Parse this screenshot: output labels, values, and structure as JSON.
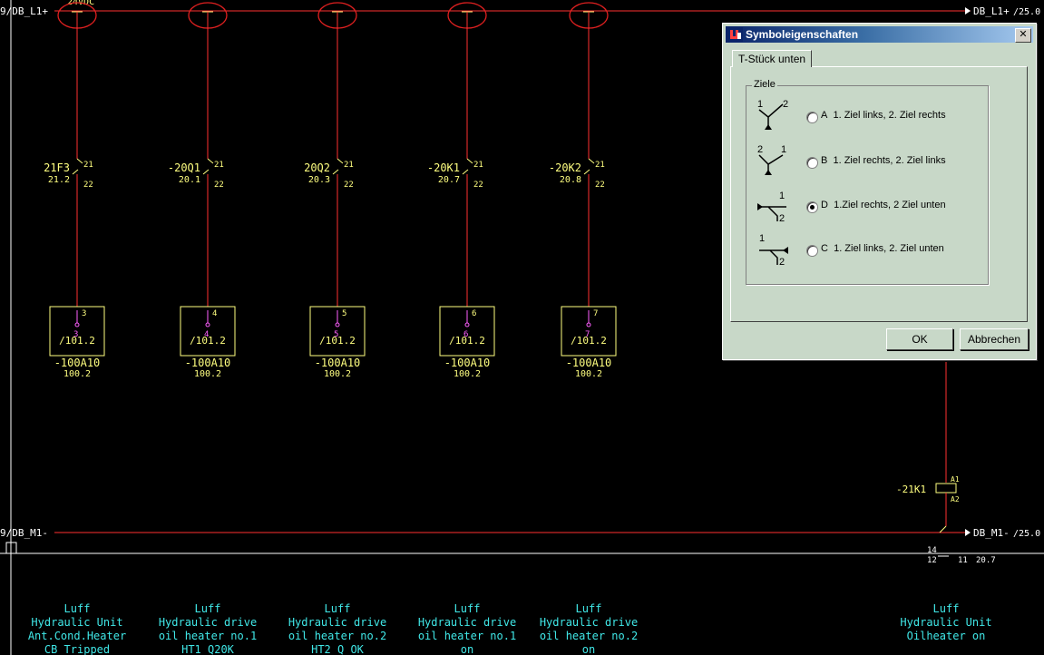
{
  "schematic": {
    "top_bus": {
      "left_label": "9/DB_L1+",
      "right_label": "DB_L1+",
      "right_ref": "/25.0",
      "supply": "24VDC"
    },
    "bottom_bus": {
      "left_label": "9/DB_M1-",
      "right_label": "DB_M1-",
      "right_ref": "/25.0"
    },
    "columns": [
      {
        "contact": "21F3",
        "ref": "21.2",
        "t_top": "21",
        "t_bot": "22",
        "term": "3",
        "term2": "3",
        "page_ref": "/101.2",
        "device": "-100A10",
        "dev_ref": "100.2",
        "desc": [
          "Luff",
          "Hydraulic Unit",
          "Ant.Cond.Heater",
          "CB Tripped"
        ]
      },
      {
        "contact": "-20Q1",
        "ref": "20.1",
        "t_top": "21",
        "t_bot": "22",
        "term": "4",
        "term2": "4",
        "page_ref": "/101.2",
        "device": "-100A10",
        "dev_ref": "100.2",
        "desc": [
          "Luff",
          "Hydraulic drive",
          "oil heater no.1",
          "HT1_Q20K"
        ]
      },
      {
        "contact": "20Q2",
        "ref": "20.3",
        "t_top": "21",
        "t_bot": "22",
        "term": "5",
        "term2": "5",
        "page_ref": "/101.2",
        "device": "-100A10",
        "dev_ref": "100.2",
        "desc": [
          "Luff",
          "Hydraulic drive",
          "oil heater no.2",
          "HT2_Q OK"
        ]
      },
      {
        "contact": "-20K1",
        "ref": "20.7",
        "t_top": "21",
        "t_bot": "22",
        "term": "6",
        "term2": "6",
        "page_ref": "/101.2",
        "device": "-100A10",
        "dev_ref": "100.2",
        "desc": [
          "Luff",
          "Hydraulic drive",
          "oil heater no.1",
          "on"
        ]
      },
      {
        "contact": "-20K2",
        "ref": "20.8",
        "t_top": "21",
        "t_bot": "22",
        "term": "7",
        "term2": "7",
        "page_ref": "/101.2",
        "device": "-100A10",
        "dev_ref": "100.2",
        "desc": [
          "Luff",
          "Hydraulic drive",
          "oil heater no.2",
          "on"
        ]
      }
    ],
    "relay": {
      "name": "-21K1",
      "a1": "A1",
      "a2": "A2",
      "xref_top": "14",
      "xref_mid": "12",
      "xref_contact": "11",
      "xref_page": "20.7",
      "desc": [
        "Luff",
        "Hydraulic Unit",
        "Oilheater on"
      ]
    }
  },
  "dialog": {
    "title": "Symboleigenschaften",
    "close_glyph": "✕",
    "tab_label": "T-Stück unten",
    "group_label": "Ziele",
    "options": [
      {
        "key": "A",
        "label": "1. Ziel links, 2. Ziel rechts",
        "checked": false,
        "n1": "1",
        "n2": "2"
      },
      {
        "key": "B",
        "label": "1. Ziel rechts, 2. Ziel links",
        "checked": false,
        "n1": "2",
        "n2": "1"
      },
      {
        "key": "D",
        "label": "1.Ziel rechts, 2 Ziel unten",
        "checked": true,
        "n1": "1",
        "n2": "2"
      },
      {
        "key": "C",
        "label": "1. Ziel links, 2. Ziel unten",
        "checked": false,
        "n1": "1",
        "n2": "2"
      }
    ],
    "ok_label": "OK",
    "cancel_label": "Abbrechen"
  },
  "colors": {
    "wire": "#ff3030",
    "text_yellow": "#ffff80",
    "text_cyan": "#40e8e8",
    "terminal": "#ff60ff",
    "dialog_bg": "#c8d8c8"
  }
}
